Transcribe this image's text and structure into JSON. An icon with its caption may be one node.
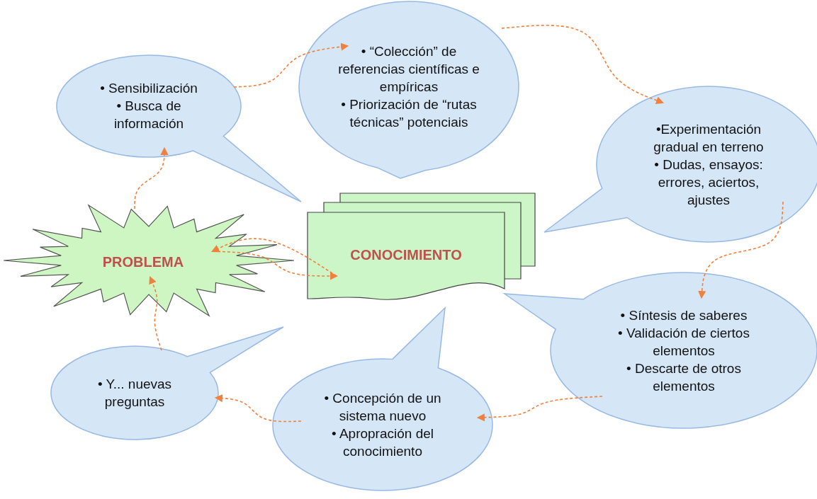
{
  "diagram": {
    "nodes": [
      {
        "text": [
          "• Sensibilización",
          "• Busca de información"
        ]
      },
      {
        "text": [
          "• “Colección” de referencias científicas e empíricas",
          "• Priorización de “rutas técnicas” potenciais"
        ]
      },
      {
        "text": [
          "•Experimentación gradual en terreno",
          "• Dudas, ensayos: errores, aciertos, ajustes"
        ]
      },
      {
        "text": [
          "PROBLEMA"
        ]
      },
      {
        "text": [
          "CONOCIMIENTO"
        ]
      },
      {
        "text": [
          "• Síntesis de saberes",
          "• Validación de ciertos elementos",
          "• Descarte de otros elementos"
        ]
      },
      {
        "text": [
          "• Y... nuevas preguntas"
        ]
      },
      {
        "text": [
          "• Concepción de un sistema nuevo",
          "• Apropración del conocimiento"
        ]
      }
    ],
    "edges": [
      {
        "from": 0,
        "to": 1,
        "arrow": "to"
      },
      {
        "from": 1,
        "to": 2,
        "arrow": "to"
      },
      {
        "from": 2,
        "to": 5,
        "arrow": "to"
      },
      {
        "from": 5,
        "to": 7,
        "arrow": "to"
      },
      {
        "from": 7,
        "to": 6,
        "arrow": "to"
      },
      {
        "from": 6,
        "to": 3,
        "arrow": "to"
      },
      {
        "from": 3,
        "to": 0,
        "arrow": "to"
      },
      {
        "from": 4,
        "to": 3,
        "arrow": "to"
      },
      {
        "from": 3,
        "to": 4,
        "arrow": "to"
      }
    ]
  }
}
